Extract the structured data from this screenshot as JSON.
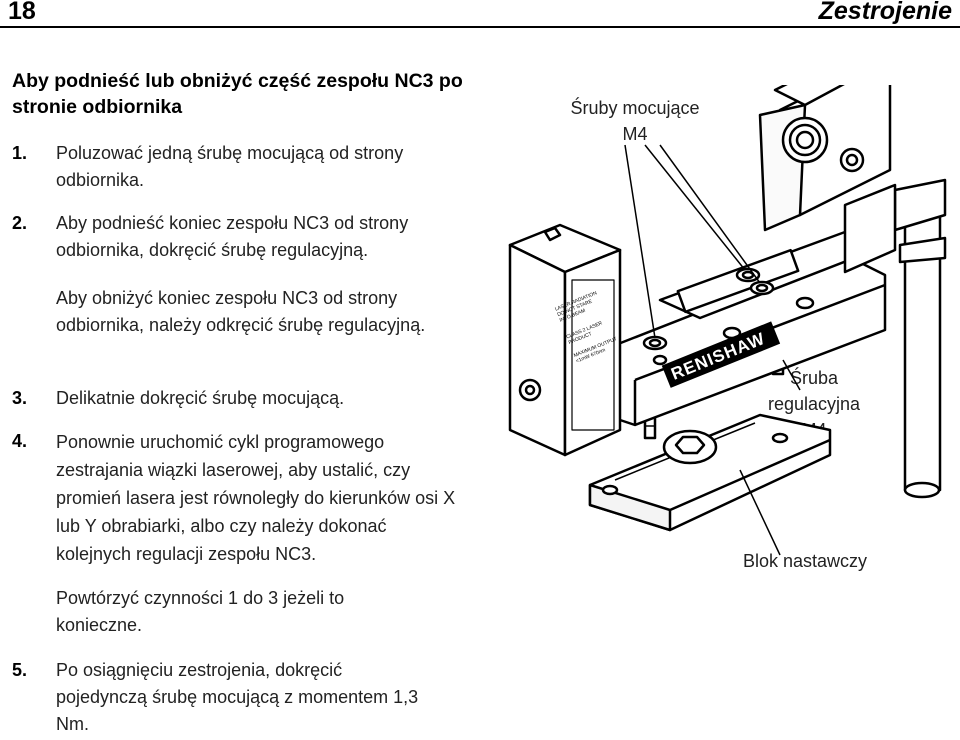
{
  "header": {
    "page_number": "18",
    "chapter_title": "Zestrojenie"
  },
  "section_title": "Aby podnieść lub obniżyć część zespołu NC3 po stronie odbiornika",
  "steps": [
    {
      "num": "1.",
      "text": "Poluzować jedną śrubę mocującą od strony odbiornika."
    },
    {
      "num": "2.",
      "text": "Aby podnieść koniec zespołu NC3 od strony odbiornika, dokręcić śrubę regulacyjną.",
      "extra": "Aby obniżyć koniec zespołu NC3 od strony odbiornika, należy odkręcić śrubę regulacyjną."
    },
    {
      "num": "3.",
      "text": "Delikatnie dokręcić śrubę mocującą."
    },
    {
      "num": "4.",
      "text": "Ponownie uruchomić cykl programowego zestrajania wiązki laserowej, aby ustalić, czy promień lasera jest równoległy do kierunków osi X lub Y obrabiarki, albo czy należy dokonać kolejnych regulacji zespołu NC3.",
      "extra": "Powtórzyć czynności 1 do 3 jeżeli to konieczne."
    },
    {
      "num": "5.",
      "text": "Po osiągnięciu zestrojenia, dokręcić pojedynczą śrubę mocującą z momentem 1,3 Nm."
    }
  ],
  "callouts": {
    "mounting_screws": "Śruby mocujące M4",
    "adjusting_screw": "Śruba regulacyjna M4",
    "setting_block": "Blok nastawczy"
  },
  "diagram": {
    "brand": "RENISHAW"
  }
}
